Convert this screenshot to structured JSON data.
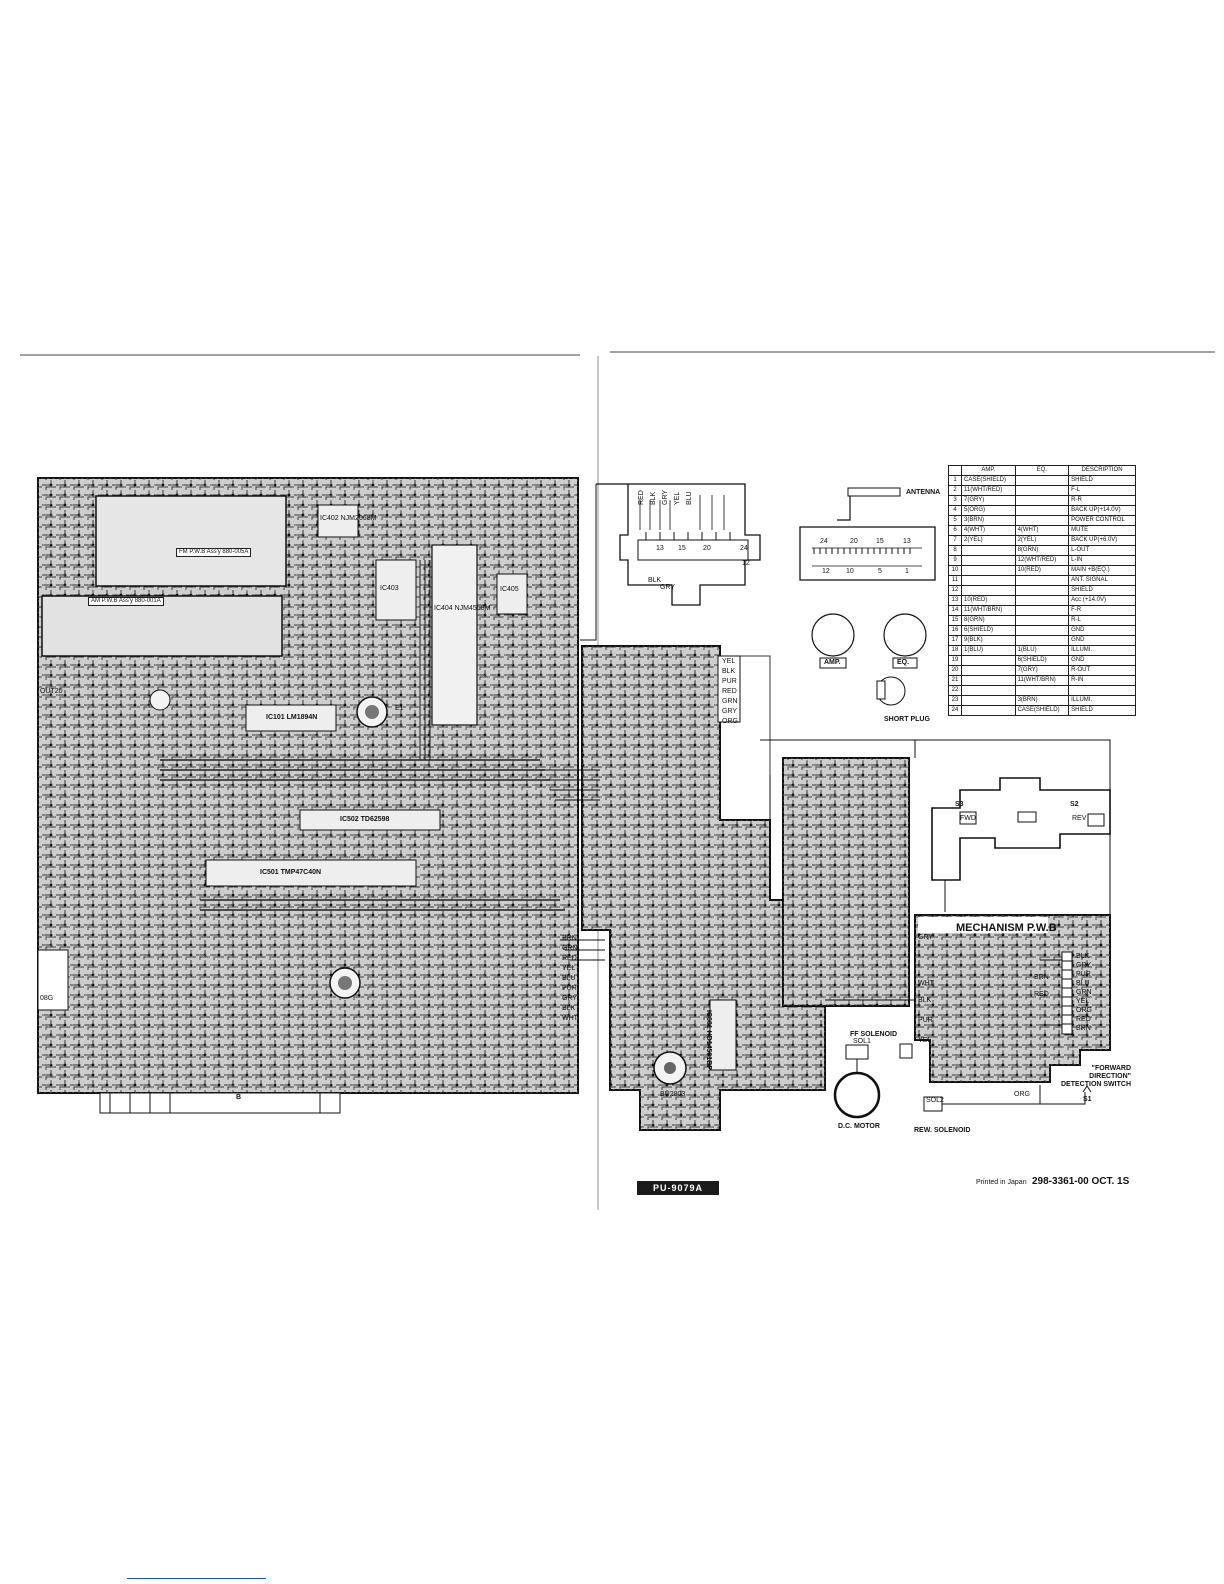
{
  "left_board": {
    "fm_assy": "FM P.W.B Ass'y 880-005A",
    "am_assy": "AM P.W.B Ass'y 880-001A",
    "ic_labels": [
      "IC402 NJM2068M",
      "IC403",
      "IC404 NJM4558M",
      "IC405",
      "IC101 LM1894N",
      "IC502 TD62598",
      "IC501 TMP47C40N",
      "IC601 HD14501BP"
    ],
    "misc_labels": [
      "OUT20",
      "08G",
      "B",
      "E1"
    ],
    "wire_colors": [
      "BRN",
      "GRN",
      "RED",
      "YEL",
      "BLU",
      "PUR",
      "GRY",
      "BLK",
      "WHT"
    ]
  },
  "mid_board": {
    "wire_colors": [
      "YEL",
      "BLK",
      "PUR",
      "RED",
      "GRN",
      "GRY",
      "ORG"
    ],
    "bottom_labels": [
      "BU2803",
      "PU-9079A"
    ],
    "connector_wires": [
      "RED",
      "BLK",
      "GRY",
      "YEL",
      "BLU",
      "BLK",
      "GRY"
    ]
  },
  "connectors": {
    "antenna": "ANTENNA",
    "pin_numbers_left": [
      "13",
      "15",
      "20",
      "24",
      "12"
    ],
    "pin_numbers_right": [
      "24",
      "20",
      "15",
      "13",
      "12",
      "10",
      "5",
      "1"
    ],
    "amp_label": "AMP.",
    "eq_label": "EQ.",
    "short_plug": "SHORT PLUG"
  },
  "connection_table": {
    "headers": [
      "AMP.",
      "EQ.",
      "DESCRIPTION"
    ],
    "rows": [
      [
        "1",
        "CASE(SHIELD)",
        "",
        "SHIELD"
      ],
      [
        "2",
        "11(WHT/RED)",
        "",
        "F-L"
      ],
      [
        "3",
        "7(GRY)",
        "",
        "R-R"
      ],
      [
        "4",
        "5(ORG)",
        "",
        "BACK UP(+14.0V)"
      ],
      [
        "5",
        "3(BRN)",
        "",
        "POWER CONTROL"
      ],
      [
        "6",
        "4(WHT)",
        "4(WHT)",
        "MUTE"
      ],
      [
        "7",
        "2(YEL)",
        "2(YEL)",
        "BACK UP(+6.0V)"
      ],
      [
        "8",
        "",
        "8(GRN)",
        "L-OUT"
      ],
      [
        "9",
        "",
        "12(WHT/RED)",
        "L-IN"
      ],
      [
        "10",
        "",
        "10(RED)",
        "MAIN +B(EQ.)"
      ],
      [
        "11",
        "",
        "",
        "ANT. SIGNAL"
      ],
      [
        "12",
        "",
        "",
        "SHIELD"
      ],
      [
        "13",
        "10(RED)",
        "",
        "Acc (+14.0V)"
      ],
      [
        "14",
        "11(WHT/BRN)",
        "",
        "F-R"
      ],
      [
        "15",
        "8(GRN)",
        "",
        "R-L"
      ],
      [
        "16",
        "6(SHIELD)",
        "",
        "GND"
      ],
      [
        "17",
        "9(BLK)",
        "",
        "GND"
      ],
      [
        "18",
        "1(BLU)",
        "1(BLU)",
        "ILLUMI."
      ],
      [
        "19",
        "",
        "6(SHIELD)",
        "GND"
      ],
      [
        "20",
        "",
        "7(GRY)",
        "R-OUT"
      ],
      [
        "21",
        "",
        "11(WHT/BRN)",
        "R-IN"
      ],
      [
        "22",
        "",
        "",
        ""
      ],
      [
        "23",
        "",
        "3(BRN)",
        "ILLUMI."
      ],
      [
        "24",
        "",
        "CASE(SHIELD)",
        "SHIELD"
      ]
    ]
  },
  "switch_board": {
    "s3": "S3",
    "s2": "S2",
    "fwd": "FWD",
    "rev": "REV"
  },
  "mechanism": {
    "title": "MECHANISM P.W.B",
    "wire_colors": [
      "BLK",
      "GRY",
      "PUR",
      "BLU",
      "GRN",
      "YEL",
      "ORG",
      "RED",
      "BRN"
    ],
    "side_labels": [
      "GRY",
      "BRN",
      "WHT",
      "BLK",
      "PUR",
      "RED",
      "YEL",
      "ORG"
    ],
    "ff_solenoid": "FF SOLENOID",
    "sol1": "SOL1",
    "dc_motor": "D.C. MOTOR",
    "sol2": "SOL2",
    "rew_solenoid": "REW. SOLENOID",
    "fwd_detection": "\"FORWARD DIRECTION\" DETECTION SWITCH",
    "s1": "S1"
  },
  "footer": {
    "badge": "PU-9079A",
    "printed": "Printed in Japan",
    "doc_number": "298-3361-00  OCT. 1S"
  }
}
